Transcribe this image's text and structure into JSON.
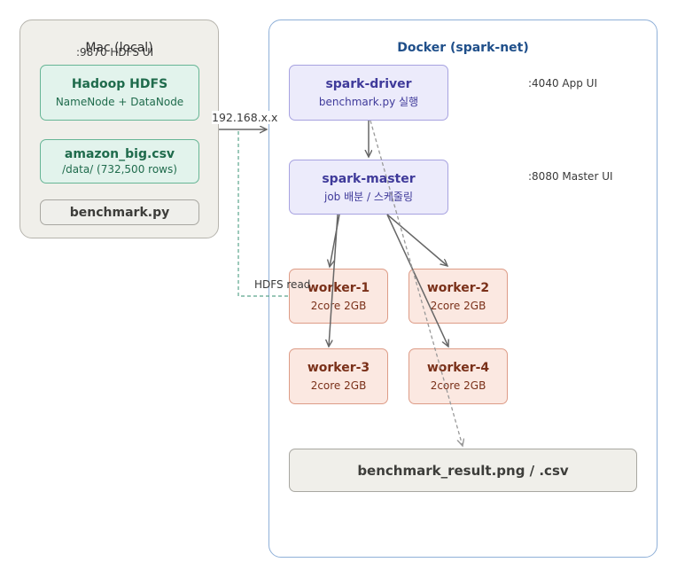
{
  "mac": {
    "title": "Mac (local)",
    "port_label": ":9870 HDFS UI",
    "hdfs": {
      "title": "Hadoop HDFS",
      "sub": "NameNode + DataNode"
    },
    "csv": {
      "title": "amazon_big.csv",
      "sub": "/data/ (732,500 rows)"
    },
    "bench": {
      "title": "benchmark.py"
    }
  },
  "docker": {
    "title": "Docker (spark-net)",
    "driver": {
      "title": "spark-driver",
      "sub": "benchmark.py 실행"
    },
    "master": {
      "title": "spark-master",
      "sub": "job 배분 / 스케줄링"
    },
    "workers": [
      {
        "title": "worker-1",
        "sub": "2core 2GB"
      },
      {
        "title": "worker-2",
        "sub": "2core 2GB"
      },
      {
        "title": "worker-3",
        "sub": "2core 2GB"
      },
      {
        "title": "worker-4",
        "sub": "2core 2GB"
      }
    ],
    "result": {
      "title": "benchmark_result.png / .csv"
    },
    "driver_port": ":4040 App UI",
    "master_port": ":8080 Master UI"
  },
  "edges": {
    "ip_label": "192.168.x.x",
    "hdfs_read_label": "HDFS read"
  },
  "colors": {
    "green_fill": "#e2f3ec",
    "purple_fill": "#ecebfb",
    "orange_fill": "#fbe8e1",
    "docker_title": "#1f4f8a",
    "hdfs_read_line": "#5aa58c"
  }
}
